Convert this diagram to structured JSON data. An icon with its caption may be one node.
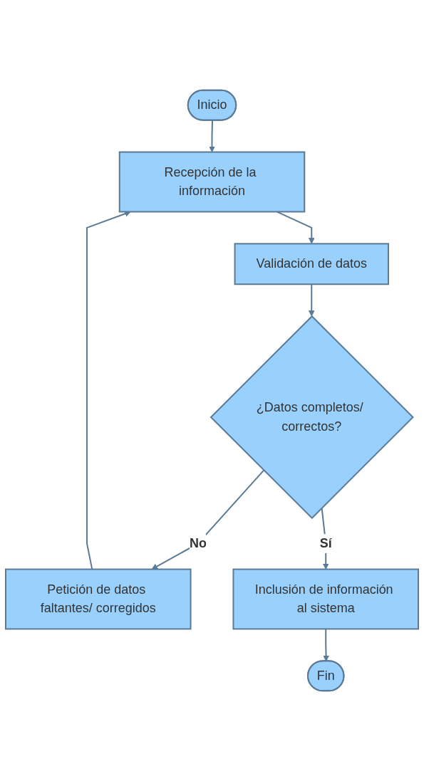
{
  "diagram": {
    "nodes": [
      {
        "text": [
          "Inicio"
        ]
      },
      {
        "text": [
          "Recepción de la información"
        ]
      },
      {
        "text": [
          "Validación de datos"
        ]
      },
      {
        "text": [
          "¿Datos completos/ correctos?"
        ]
      },
      {
        "text": [
          "Petición de datos faltantes/ corregidos"
        ]
      },
      {
        "text": [
          "Inclusión de información al sistema"
        ]
      },
      {
        "text": [
          "Fin"
        ]
      }
    ],
    "edges": [
      {
        "from": 0,
        "to": 1,
        "arrow": "to"
      },
      {
        "from": 1,
        "to": 2,
        "arrow": "to"
      },
      {
        "from": 2,
        "to": 3,
        "arrow": "to"
      },
      {
        "from": 3,
        "to": 4,
        "arrow": "to",
        "label": "No"
      },
      {
        "from": 4,
        "to": 1,
        "arrow": "to"
      },
      {
        "from": 3,
        "to": 5,
        "arrow": "to",
        "label": "Sí"
      },
      {
        "from": 5,
        "to": 6,
        "arrow": "to"
      }
    ]
  }
}
